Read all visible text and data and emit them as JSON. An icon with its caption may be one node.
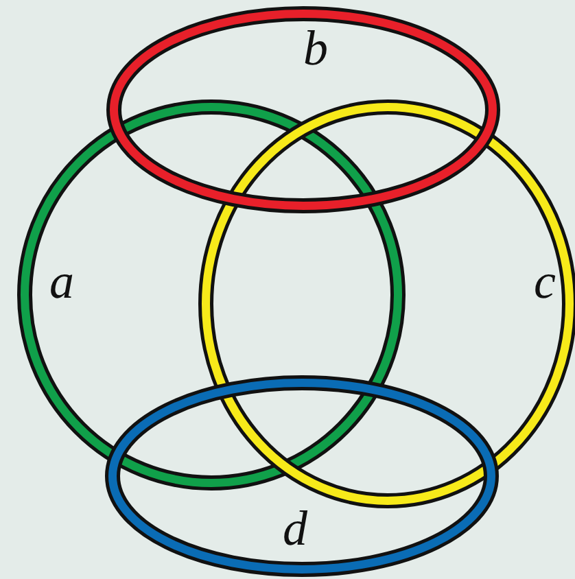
{
  "diagram": {
    "nodes": [
      {
        "text": [
          "b"
        ]
      },
      {
        "text": [
          "a"
        ]
      },
      {
        "text": [
          "c"
        ]
      },
      {
        "text": [
          "d"
        ]
      }
    ]
  }
}
